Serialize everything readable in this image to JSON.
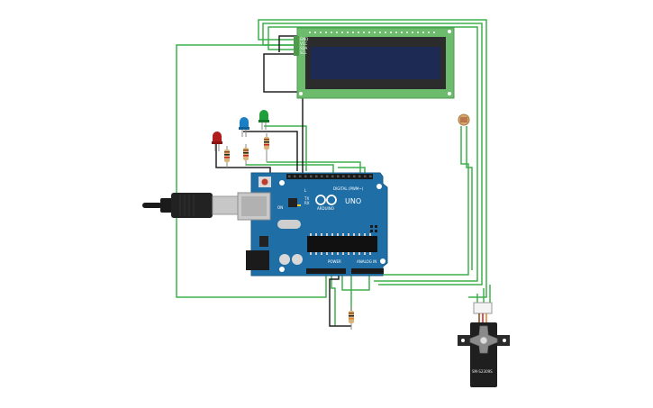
{
  "board": {
    "brand_text": "ARDUINO",
    "model_text": "UNO",
    "digital_header_label": "DIGITAL (PWM~)",
    "power_header_label": "POWER",
    "analog_header_label": "ANALOG IN",
    "tx_label": "TX",
    "rx_label": "RX",
    "l_label": "L",
    "on_label": "ON"
  },
  "servo": {
    "model_text": "SM-S2309S"
  },
  "lcd": {
    "pin_labels": [
      "GND",
      "VCC",
      "SDA",
      "SCL"
    ]
  },
  "leds": [
    {
      "color_name": "red",
      "color": "#b01c1c"
    },
    {
      "color_name": "blue",
      "color": "#1a7fc4"
    },
    {
      "color_name": "green",
      "color": "#1f9e3a"
    }
  ],
  "colors": {
    "wire_green": "#3db04b",
    "wire_black": "#222222",
    "board_blue": "#1f6fa6",
    "lcd_pcb": "#6dbb6d",
    "lcd_screen": "#1c2a54"
  }
}
